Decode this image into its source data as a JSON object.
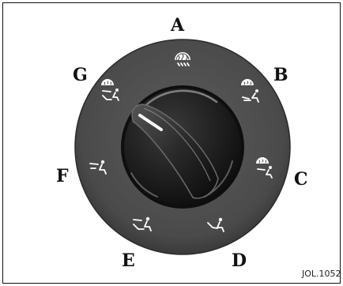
{
  "callouts": {
    "a": "A",
    "b": "B",
    "c": "C",
    "d": "D",
    "e": "E",
    "f": "F",
    "g": "G"
  },
  "reference": "JOL.1052",
  "icons": {
    "a": "windscreen-defrost-icon",
    "b": "defrost-and-footwell-icon",
    "c": "defrost-and-face-icon",
    "d": "footwell-icon",
    "e": "face-and-footwell-icon",
    "f": "face-icon",
    "g": "defrost-and-face-footwell-icon"
  },
  "colors": {
    "bezel": "#505050",
    "knob": "#1e1e1e",
    "icon": "#ffffff",
    "pointer": "#ffffff"
  }
}
